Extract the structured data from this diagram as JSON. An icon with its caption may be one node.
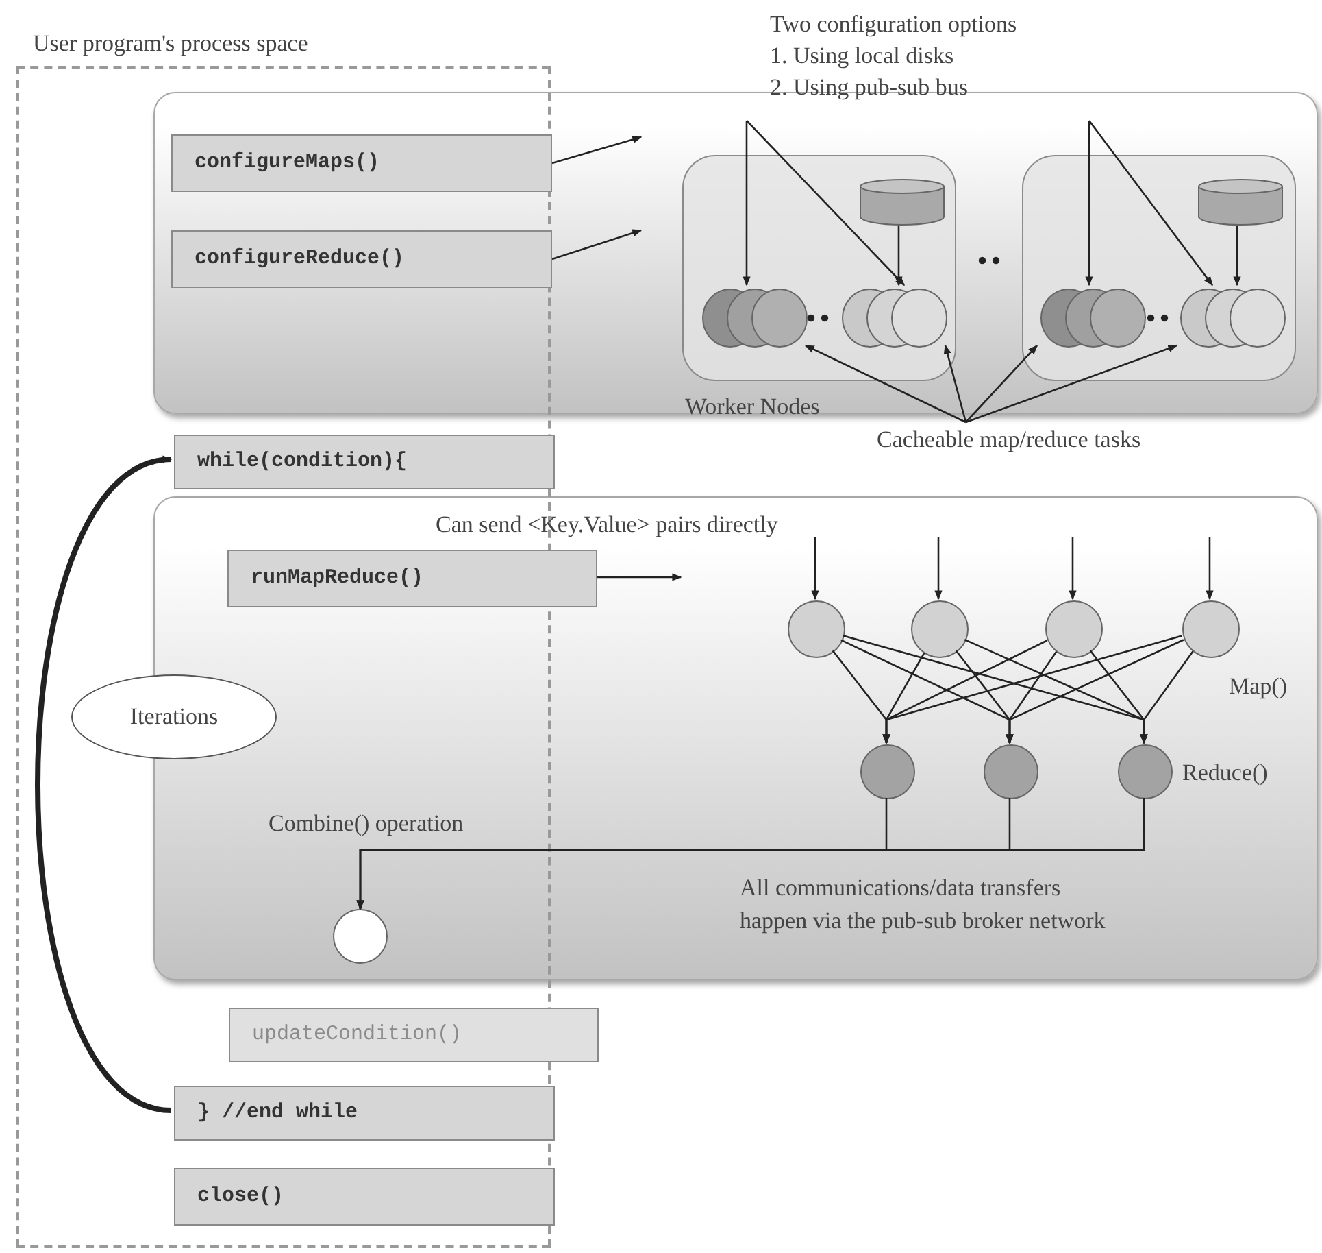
{
  "diagram": {
    "nodes": [
      {
        "text": [
          "User program's process space"
        ]
      },
      {
        "text": [
          "Two configuration options",
          "1. Using local disks",
          "2. Using pub-sub bus"
        ]
      },
      {
        "text": [],
        "shape": "box"
      },
      {
        "text": [
          "configureMaps()"
        ]
      },
      {
        "text": [
          "configureReduce()"
        ]
      },
      {
        "text": [],
        "shape": "box",
        "in": 2
      },
      {
        "text": [],
        "shape": "cylinder",
        "in": 5
      },
      {
        "text": [],
        "shape": "circle",
        "in": 5
      },
      {
        "text": [],
        "shape": "circle",
        "in": 5
      },
      {
        "text": [],
        "shape": "box",
        "in": 2
      },
      {
        "text": [],
        "shape": "cylinder",
        "in": 9
      },
      {
        "text": [],
        "shape": "circle",
        "in": 9
      },
      {
        "text": [],
        "shape": "circle",
        "in": 9
      },
      {
        "text": [
          "Cacheable map/reduce tasks"
        ]
      },
      {
        "text": [
          "**while(**condition**){**"
        ],
        "in": 0
      },
      {
        "text": [
          "Iterations"
        ],
        "in": 0
      },
      {
        "text": [],
        "shape": "box"
      },
      {
        "text": [
          "runMapReduce()"
        ],
        "in": 16
      },
      {
        "text": [],
        "shape": "circle",
        "in": 16
      },
      {
        "text": [],
        "shape": "circle",
        "in": 16
      },
      {
        "text": [],
        "shape": "circle",
        "in": 16
      },
      {
        "text": [],
        "shape": "circle",
        "in": 16
      },
      {
        "text": [],
        "shape": "circle",
        "in": 16
      },
      {
        "text": [],
        "shape": "circle",
        "in": 16
      },
      {
        "text": [],
        "shape": "circle",
        "in": 16,
        "beside": [
          "Reduce()"
        ]
      },
      {
        "text": [],
        "shape": "circle",
        "beside": [
          "Combine() operation"
        ]
      },
      {
        "text": [
          "updateCondition()"
        ],
        "in": 0
      },
      {
        "text": [
          "} //end while"
        ],
        "in": 0
      },
      {
        "text": [
          "close()"
        ],
        "in": 0
      }
    ],
    "edges": [
      {
        "from": 3,
        "to": null,
        "arrow": "to"
      },
      {
        "from": 4,
        "to": null,
        "arrow": "to"
      },
      {
        "from": 1,
        "to": 7,
        "arrow": "to"
      },
      {
        "from": 1,
        "to": 8,
        "arrow": "to"
      },
      {
        "from": 1,
        "to": 11,
        "arrow": "to"
      },
      {
        "from": 1,
        "to": 12,
        "arrow": "to"
      },
      {
        "from": 6,
        "to": 8,
        "arrow": "to"
      },
      {
        "from": 10,
        "to": 12,
        "arrow": "to"
      },
      {
        "from": 13,
        "to": 7,
        "arrow": "to"
      },
      {
        "from": 13,
        "to": 8,
        "arrow": "to"
      },
      {
        "from": 13,
        "to": 11,
        "arrow": "to"
      },
      {
        "from": 13,
        "to": 12,
        "arrow": "to"
      },
      {
        "from": 27,
        "to": 14,
        "arrow": "to",
        "style": "thick"
      },
      {
        "from": 17,
        "to": null,
        "arrow": "to"
      },
      {
        "from": null,
        "to": 18,
        "arrow": "to"
      },
      {
        "from": null,
        "to": 19,
        "arrow": "to"
      },
      {
        "from": null,
        "to": 20,
        "arrow": "to"
      },
      {
        "from": null,
        "to": 21,
        "arrow": "to"
      },
      {
        "from": 18,
        "to": 22,
        "arrow": "to"
      },
      {
        "from": 18,
        "to": 23,
        "arrow": "to"
      },
      {
        "from": 18,
        "to": 24,
        "arrow": "to"
      },
      {
        "from": 19,
        "to": 22,
        "arrow": "to"
      },
      {
        "from": 19,
        "to": 23,
        "arrow": "to"
      },
      {
        "from": 19,
        "to": 24,
        "arrow": "to"
      },
      {
        "from": 20,
        "to": 22,
        "arrow": "to"
      },
      {
        "from": 20,
        "to": 23,
        "arrow": "to"
      },
      {
        "from": 20,
        "to": 24,
        "arrow": "to"
      },
      {
        "from": 21,
        "to": 22,
        "arrow": "to"
      },
      {
        "from": 21,
        "to": 23,
        "arrow": "to"
      },
      {
        "from": 21,
        "to": 24,
        "arrow": "to"
      },
      {
        "from": 22,
        "to": 25,
        "arrow": "to"
      },
      {
        "from": 23,
        "to": 25,
        "arrow": "to"
      },
      {
        "from": 24,
        "to": 25,
        "arrow": "to"
      }
    ],
    "labels": [
      "Worker Nodes",
      "Can send <Key.Value> pairs directly",
      "Map()",
      "All communications/data transfers happen via the pub-sub broker network"
    ]
  }
}
